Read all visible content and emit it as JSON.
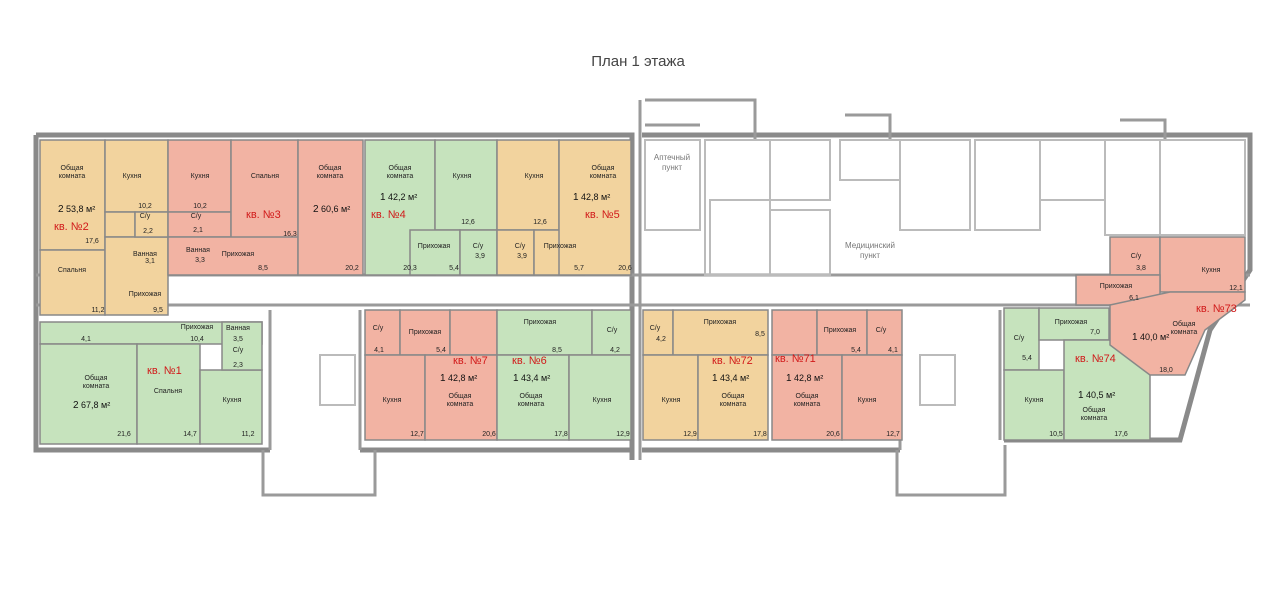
{
  "title": "План 1 этажа",
  "colors": {
    "green": "#c6e3bd",
    "orange": "#f2d39e",
    "red": "#f2b3a3",
    "wall": "#8a8a8a",
    "label": "#d11a1a"
  },
  "public": {
    "pharmacy_1": "Аптечный",
    "pharmacy_2": "пункт",
    "medical_1": "Медицинский",
    "medical_2": "пункт"
  },
  "apartments": [
    {
      "name": "кв. №2",
      "rooms": "2",
      "area": "53,8 м²"
    },
    {
      "name": "кв. №3",
      "rooms": "2",
      "area": "60,6 м²"
    },
    {
      "name": "кв. №4",
      "rooms": "1",
      "area": "42,2 м²"
    },
    {
      "name": "кв. №5",
      "rooms": "1",
      "area": "42,8 м²"
    },
    {
      "name": "кв. №1",
      "rooms": "2",
      "area": "67,8 м²"
    },
    {
      "name": "кв. №7",
      "rooms": "1",
      "area": "42,8 м²"
    },
    {
      "name": "кв. №6",
      "rooms": "1",
      "area": "43,4 м²"
    },
    {
      "name": "кв. №72",
      "rooms": "1",
      "area": "43,4 м²"
    },
    {
      "name": "кв. №71",
      "rooms": "1",
      "area": "42,8 м²"
    },
    {
      "name": "кв. №74",
      "rooms": "1",
      "area": "40,5 м²"
    },
    {
      "name": "кв. №73",
      "rooms": "1",
      "area": "40,0 м²"
    }
  ],
  "rooms": [
    {
      "label": "Общая",
      "label2": "комната",
      "area": "17,6"
    },
    {
      "label": "Кухня",
      "area": "10,2"
    },
    {
      "label": "С/у",
      "area": "2,2"
    },
    {
      "label": "Ванная",
      "area": "3,1"
    },
    {
      "label": "Прихожая",
      "area": "9,5"
    },
    {
      "label": "Спальня",
      "area": "11,2"
    },
    {
      "label": "Кухня",
      "area": "10,2"
    },
    {
      "label": "С/у",
      "area": "2,1"
    },
    {
      "label": "Ванная",
      "area": "3,3"
    },
    {
      "label": "Спальня",
      "area": "16,3"
    },
    {
      "label": "Прихожая",
      "area": "8,5"
    },
    {
      "label": "Общая",
      "label2": "комната",
      "area": "20,2"
    },
    {
      "label": "Общая",
      "label2": "комната",
      "area": "20,3"
    },
    {
      "label": "Кухня",
      "area": "12,6"
    },
    {
      "label": "Прихожая",
      "area": "5,4"
    },
    {
      "label": "С/у",
      "area": "3,9"
    },
    {
      "label": "Кухня",
      "area": "12,6"
    },
    {
      "label": "С/у",
      "area": "3,9"
    },
    {
      "label": "Прихожая",
      "area": "5,7"
    },
    {
      "label": "Общая",
      "label2": "комната",
      "area": "20,6"
    },
    {
      "label": "Прихожая",
      "area": "10,4"
    },
    {
      "label": "Ванная",
      "area": "3,5"
    },
    {
      "label": "С/у",
      "area": "2,3"
    },
    {
      "label": "Общая",
      "label2": "комната",
      "area": "21,6"
    },
    {
      "label": "Спальня",
      "area": "14,7"
    },
    {
      "label": "Кухня",
      "area": "11,2"
    },
    {
      "label": "С/у",
      "area": "4,1"
    },
    {
      "label": "Прихожая",
      "area": "5,4"
    },
    {
      "label": "Кухня",
      "area": "12,7"
    },
    {
      "label": "Общая",
      "label2": "комната",
      "area": "20,6"
    },
    {
      "label": "Прихожая",
      "area": "8,5"
    },
    {
      "label": "С/у",
      "area": "4,2"
    },
    {
      "label": "Общая",
      "label2": "комната",
      "area": "17,8"
    },
    {
      "label": "Кухня",
      "area": "12,9"
    },
    {
      "label": "С/у",
      "area": "4,2"
    },
    {
      "label": "Прихожая",
      "area": "8,5"
    },
    {
      "label": "Кухня",
      "area": "12,9"
    },
    {
      "label": "Общая",
      "label2": "комната",
      "area": "17,8"
    },
    {
      "label": "Прихожая",
      "area": "5,4"
    },
    {
      "label": "С/у",
      "area": "4,1"
    },
    {
      "label": "Общая",
      "label2": "комната",
      "area": "20,6"
    },
    {
      "label": "Кухня",
      "area": "12,7"
    },
    {
      "label": "Прихожая",
      "area": "7,0"
    },
    {
      "label": "С/у",
      "area": "5,4"
    },
    {
      "label": "Кухня",
      "area": "10,5"
    },
    {
      "label": "Общая",
      "label2": "комната",
      "area": "17,6"
    },
    {
      "label": "С/у",
      "area": "3,8"
    },
    {
      "label": "Кухня",
      "area": "12,1"
    },
    {
      "label": "Прихожая",
      "area": "6,1"
    },
    {
      "label": "Общая",
      "label2": "комната",
      "area": "18,0"
    },
    {
      "label": "",
      "area": "4,1"
    }
  ]
}
